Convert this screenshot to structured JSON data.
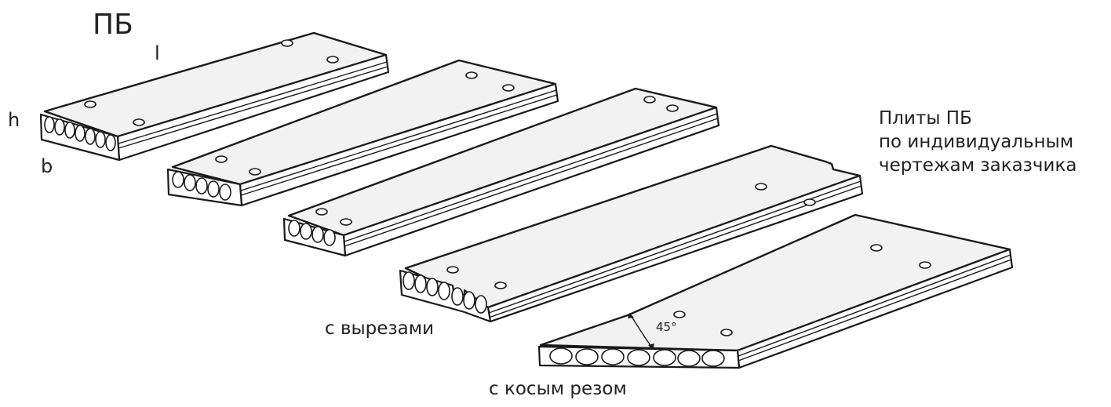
{
  "title": "ПБ",
  "dimensions": {
    "length": "l",
    "height": "h",
    "width": "b"
  },
  "labels": {
    "custom_line1": "Плиты ПБ",
    "custom_line2": "по индивидуальным",
    "custom_line3": "чертежам заказчика",
    "cutouts": "с вырезами",
    "oblique_cut": "с косым резом",
    "angle": "45°"
  }
}
